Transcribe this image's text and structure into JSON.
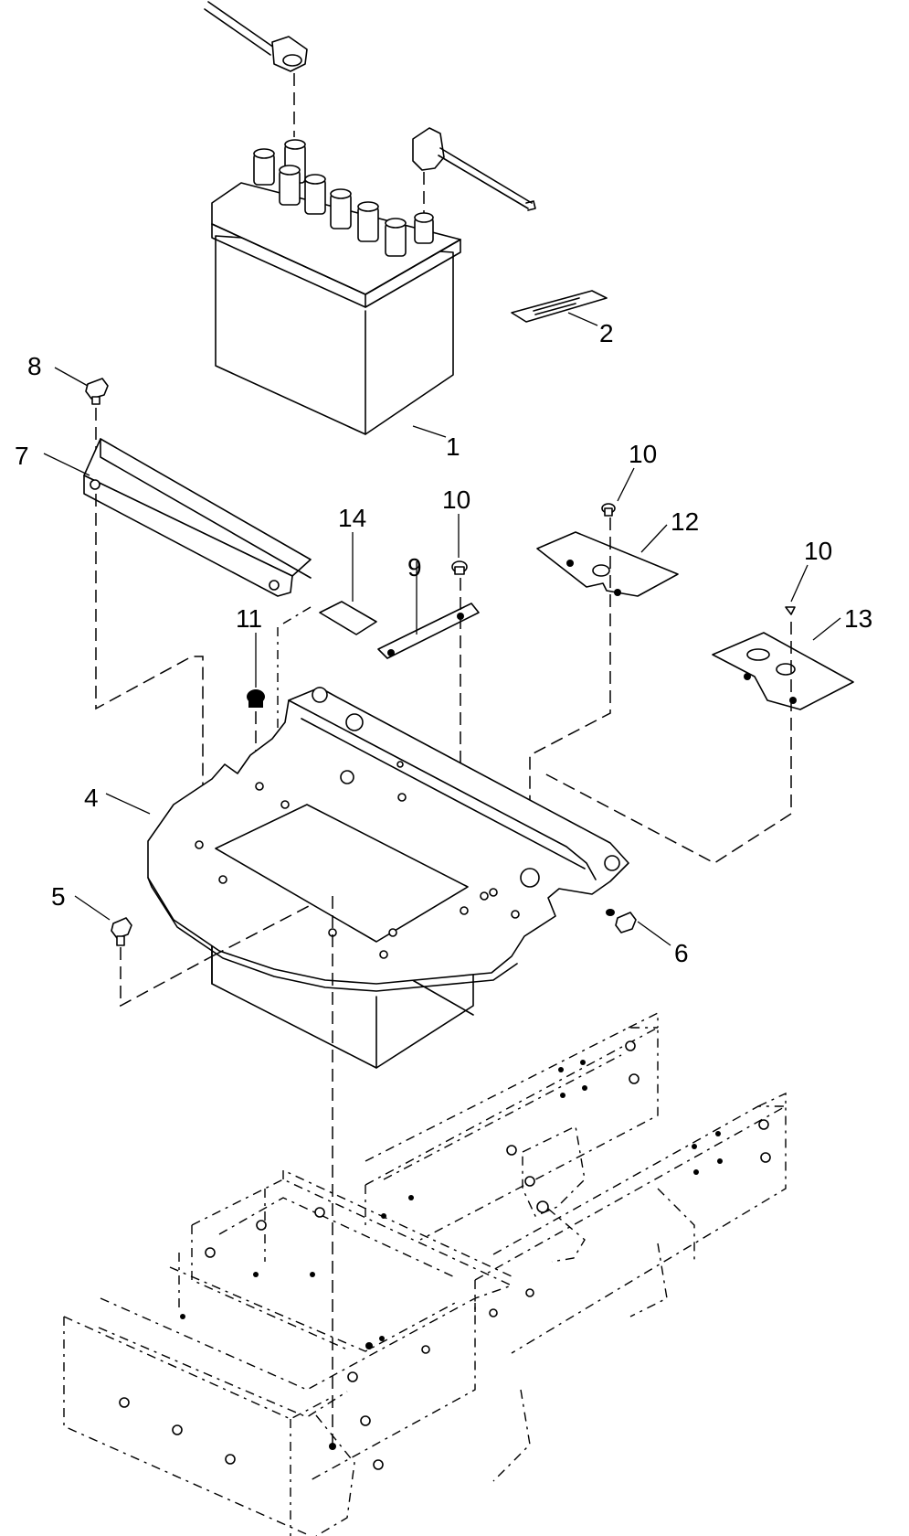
{
  "callouts": [
    {
      "id": "callout-1",
      "text": "1"
    },
    {
      "id": "callout-2",
      "text": "2"
    },
    {
      "id": "callout-4",
      "text": "4"
    },
    {
      "id": "callout-5",
      "text": "5"
    },
    {
      "id": "callout-6",
      "text": "6"
    },
    {
      "id": "callout-7",
      "text": "7"
    },
    {
      "id": "callout-8",
      "text": "8"
    },
    {
      "id": "callout-9",
      "text": "9"
    },
    {
      "id": "callout-10a",
      "text": "10"
    },
    {
      "id": "callout-10b",
      "text": "10"
    },
    {
      "id": "callout-10c",
      "text": "10"
    },
    {
      "id": "callout-11",
      "text": "11"
    },
    {
      "id": "callout-12",
      "text": "12"
    },
    {
      "id": "callout-13",
      "text": "13"
    },
    {
      "id": "callout-14",
      "text": "14"
    }
  ],
  "line_color": "#000000",
  "background": "#ffffff"
}
